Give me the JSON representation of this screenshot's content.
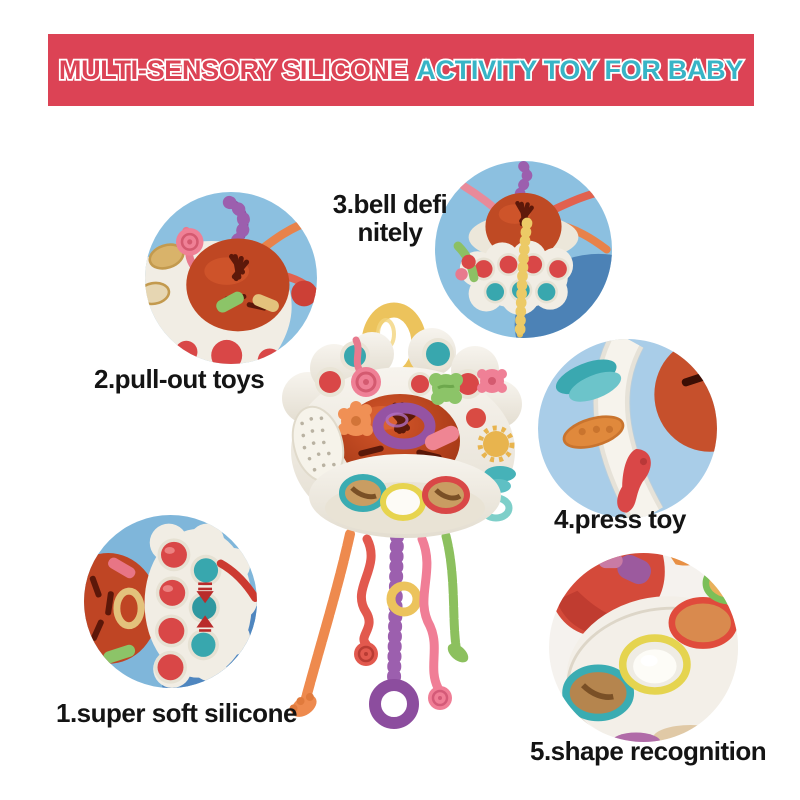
{
  "banner": {
    "text_primary": "MULTI-SENSORY SILICONE",
    "text_accent": "ACTIVITY TOY FOR BABY",
    "bg_color": "#dc4355",
    "primary_text_color": "#dc4355",
    "accent_text_color": "#38b4c6",
    "outline_color": "#ffffff"
  },
  "features": [
    {
      "num": "1",
      "label": "1.super soft silicone"
    },
    {
      "num": "2",
      "label": "2.pull-out toys"
    },
    {
      "num": "3",
      "label": "3.bell defi nitely",
      "line1": "3.bell defi",
      "line2": "nitely"
    },
    {
      "num": "4",
      "label": "4.press toy"
    },
    {
      "num": "5",
      "label": "5.shape recognition"
    }
  ],
  "callouts": [
    {
      "feature": "super soft silicone",
      "image": "close-up of pop bubbles (red and teal) with press arrows on blue background"
    },
    {
      "feature": "pull-out toys",
      "image": "close-up of orange dome with silicone pull-out strings on blue background"
    },
    {
      "feature": "bell definitely",
      "image": "toy top view with pulled strings and pop bubbles on blue background"
    },
    {
      "feature": "press toy",
      "image": "close-up of white handle with teal and orange discs and red teether on blue background"
    },
    {
      "feature": "shape recognition",
      "image": "close-up of base with colored shape rings (teal, yellow, orange, green) on white background"
    }
  ],
  "product": {
    "description": "UFO-shaped silicone pull string activity toy",
    "colors": {
      "dome_orange": "#bf4723",
      "base_white": "#f2eee5",
      "bubble_red": "#d94747",
      "bubble_teal": "#38a7ae",
      "handle_yellow": "#ecc35c",
      "string_purple": "#8c4d9e",
      "string_coral": "#e2594e",
      "string_pink": "#f07e96",
      "string_green": "#8cc05e",
      "string_orange": "#ee8a4e",
      "sky_blue": "#8cc0e0",
      "deep_blue": "#4c82b6"
    }
  }
}
